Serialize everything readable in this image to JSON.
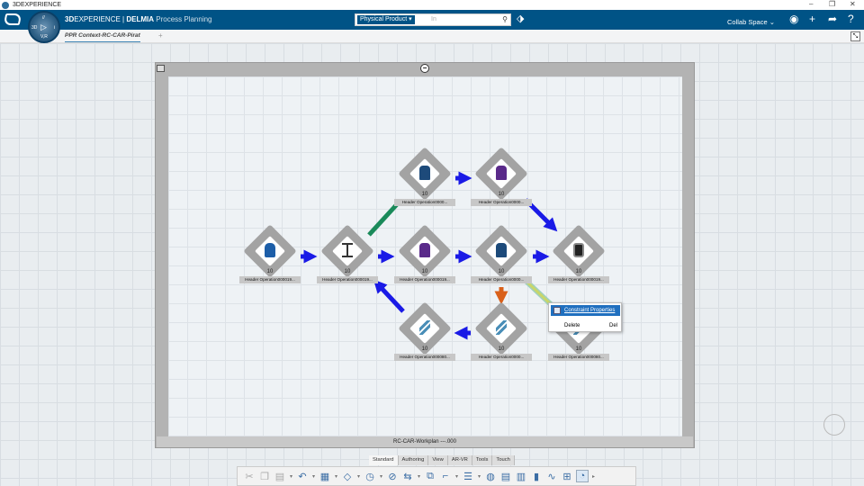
{
  "window": {
    "title": "3DEXPERIENCE",
    "controls": [
      "–",
      "❐",
      "✕"
    ]
  },
  "appbar": {
    "brand": "3D",
    "brand2": "EXPERIENCE",
    "app": "DELMIA",
    "module": "Process Planning",
    "search_scope": "Physical Product ▾",
    "search_placeholder": "In",
    "collab_space": "Collab Space ⌄",
    "compass": {
      "top": "//",
      "left": "3D",
      "right": "i",
      "bottom": "V,R"
    }
  },
  "tabs": {
    "active": "PPR Context-RC-CAR-Pirat",
    "add": "+"
  },
  "workplan": {
    "name": "RC-CAR-Workplan ---.000",
    "collapse": "−"
  },
  "nodes": [
    {
      "id": "n1",
      "label": "Header Operation000019...",
      "num": "10",
      "icon": "robot-icon"
    },
    {
      "id": "n2",
      "label": "Header Operation000019...",
      "num": "10",
      "icon": "flow-icon"
    },
    {
      "id": "n3",
      "label": "Header Operation0000...",
      "num": "10",
      "icon": "worker-icon"
    },
    {
      "id": "n4",
      "label": "Header Operation000019...",
      "num": "10",
      "icon": "worker-icon"
    },
    {
      "id": "n5",
      "label": "Header Operation0000...",
      "num": "10",
      "icon": "worker-icon"
    },
    {
      "id": "n6",
      "label": "Header Operation0000...",
      "num": "10",
      "icon": "worker-icon"
    },
    {
      "id": "n7",
      "label": "Header Operation000019...",
      "num": "10",
      "icon": "car-icon"
    },
    {
      "id": "n8",
      "label": "Header Operation000080...",
      "num": "10",
      "icon": "steps-icon"
    },
    {
      "id": "n9",
      "label": "Header Operation0000...",
      "num": "10",
      "icon": "steps-icon"
    },
    {
      "id": "n10",
      "label": "Header Operation000080...",
      "num": "10",
      "icon": "steps-icon"
    }
  ],
  "context_menu": {
    "items": [
      {
        "label": "Constraint Properties",
        "shortcut": ""
      },
      {
        "label": "Delete",
        "shortcut": "Del"
      }
    ]
  },
  "toolbar": {
    "tabs": [
      "Standard",
      "Authoring",
      "View",
      "AR-VR",
      "Tools",
      "Touch"
    ],
    "active_tab": "Standard"
  },
  "colors": {
    "appbar": "#005386",
    "link_blue": "#1a1ae6",
    "link_green": "#1a8a5a",
    "link_orange": "#d9601a",
    "menu_highlight": "#1f6fbf"
  }
}
